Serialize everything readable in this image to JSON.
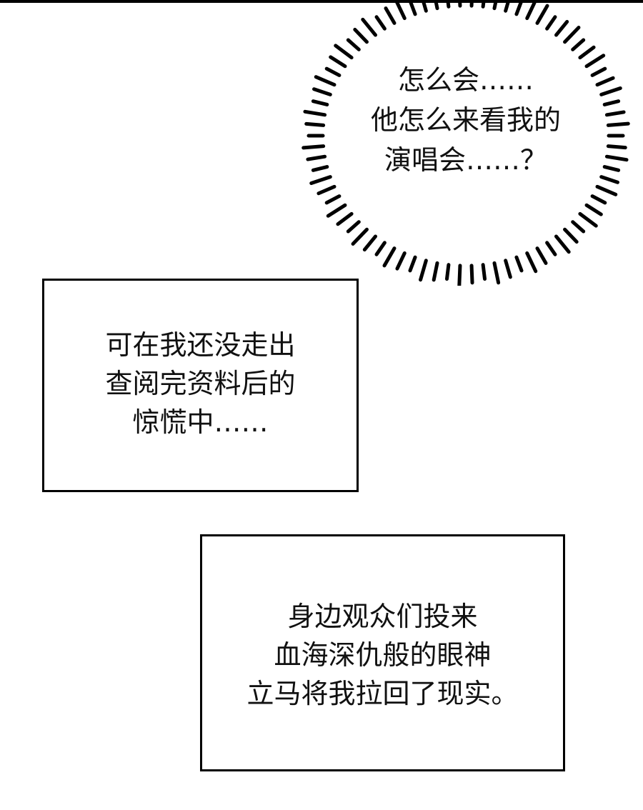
{
  "speech_bubble": {
    "lines": [
      "怎么会……",
      "他怎么来看我的",
      "演唱会……？"
    ]
  },
  "caption_1": {
    "lines": [
      "可在我还没走出",
      "查阅完资料后的",
      "惊慌中……"
    ]
  },
  "caption_2": {
    "lines": [
      "身边观众们投来",
      "血海深仇般的眼神",
      "立马将我拉回了现实。"
    ]
  },
  "colors": {
    "ink": "#000000",
    "paper": "#ffffff"
  }
}
